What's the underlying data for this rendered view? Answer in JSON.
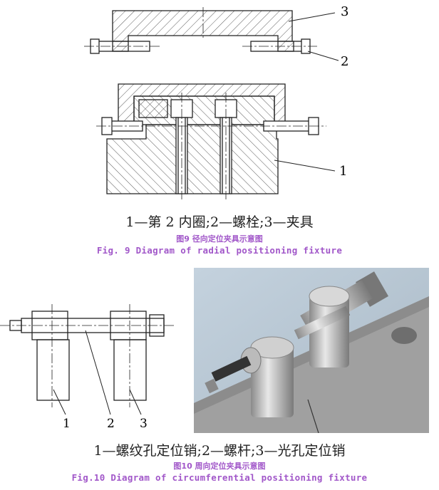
{
  "figure9": {
    "part_numbers": [
      "1",
      "2",
      "3"
    ],
    "legend": "1—第 2 内圈;2—螺栓;3—夹具",
    "caption_cn": "图9 径向定位夹具示意图",
    "caption_en": "Fig. 9 Diagram of radial positioning fixture"
  },
  "figure10": {
    "part_numbers": [
      "1",
      "2",
      "3"
    ],
    "legend": "1—螺纹孔定位销;2—螺杆;3—光孔定位销",
    "caption_cn": "图10 周向定位夹具示意图",
    "caption_en": "Fig.10 Diagram of circumferential positioning fixture"
  },
  "colors": {
    "caption": "#a157c9"
  }
}
